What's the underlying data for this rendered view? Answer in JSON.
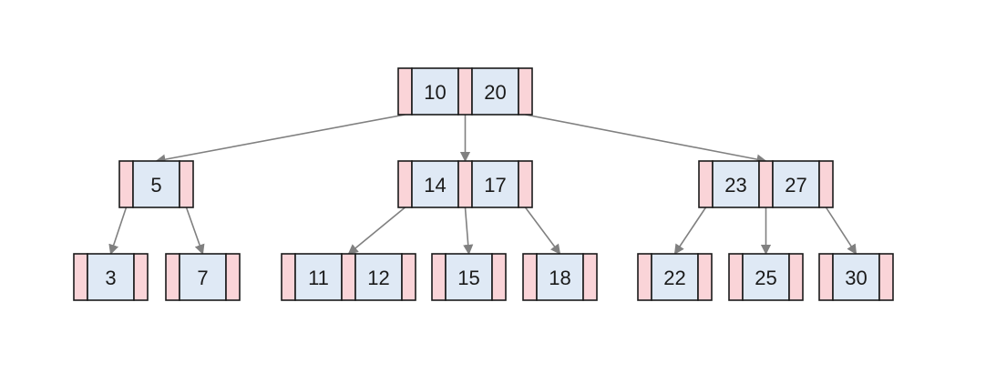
{
  "diagram": {
    "type": "b-tree",
    "colors": {
      "pointer_cell": "#fad4d8",
      "key_cell": "#dfe9f5",
      "border": "#1a1a1a",
      "edge": "#808080"
    },
    "nodes": [
      {
        "id": "n10_20",
        "level": 0,
        "keys": [
          "10",
          "20"
        ]
      },
      {
        "id": "n5",
        "level": 1,
        "keys": [
          "5"
        ]
      },
      {
        "id": "n14_17",
        "level": 1,
        "keys": [
          "14",
          "17"
        ]
      },
      {
        "id": "n23_27",
        "level": 1,
        "keys": [
          "23",
          "27"
        ]
      },
      {
        "id": "n3",
        "level": 2,
        "keys": [
          "3"
        ]
      },
      {
        "id": "n7",
        "level": 2,
        "keys": [
          "7"
        ]
      },
      {
        "id": "n11_12",
        "level": 2,
        "keys": [
          "11",
          "12"
        ]
      },
      {
        "id": "n15",
        "level": 2,
        "keys": [
          "15"
        ]
      },
      {
        "id": "n18",
        "level": 2,
        "keys": [
          "18"
        ]
      },
      {
        "id": "n22",
        "level": 2,
        "keys": [
          "22"
        ]
      },
      {
        "id": "n25",
        "level": 2,
        "keys": [
          "25"
        ]
      },
      {
        "id": "n30",
        "level": 2,
        "keys": [
          "30"
        ]
      }
    ],
    "edges": [
      {
        "from": "n10_20",
        "ptr": 0,
        "to": "n5"
      },
      {
        "from": "n10_20",
        "ptr": 1,
        "to": "n14_17"
      },
      {
        "from": "n10_20",
        "ptr": 2,
        "to": "n23_27"
      },
      {
        "from": "n5",
        "ptr": 0,
        "to": "n3"
      },
      {
        "from": "n5",
        "ptr": 1,
        "to": "n7"
      },
      {
        "from": "n14_17",
        "ptr": 0,
        "to": "n11_12"
      },
      {
        "from": "n14_17",
        "ptr": 1,
        "to": "n15"
      },
      {
        "from": "n14_17",
        "ptr": 2,
        "to": "n18"
      },
      {
        "from": "n23_27",
        "ptr": 0,
        "to": "n22"
      },
      {
        "from": "n23_27",
        "ptr": 1,
        "to": "n25"
      },
      {
        "from": "n23_27",
        "ptr": 2,
        "to": "n30"
      }
    ]
  }
}
